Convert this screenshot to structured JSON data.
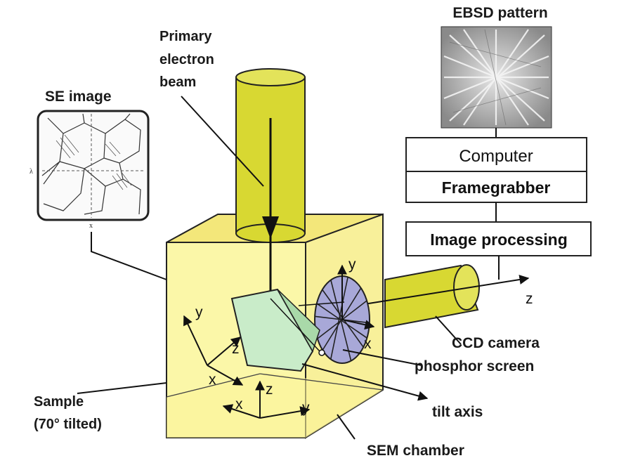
{
  "labels": {
    "ebsd_pattern": "EBSD pattern",
    "primary_line1": "Primary",
    "primary_line2": "electron",
    "primary_line3": "beam",
    "se_image": "SE image",
    "computer": "Computer",
    "framegrabber": "Framegrabber",
    "image_processing": "Image processing",
    "ccd_camera": "CCD camera",
    "phosphor_screen": "phosphor screen",
    "sample_line1": "Sample",
    "sample_line2": "(70° tilted)",
    "tilt_axis": "tilt axis",
    "sem_chamber": "SEM chamber"
  },
  "axes": {
    "y": "y",
    "x": "x",
    "z": "z",
    "se_y": "λ",
    "se_x": "x"
  },
  "colors": {
    "beam_fill": "#d8d832",
    "chamber_fill": "#fbf7a8",
    "chamber_side": "#f6ee86",
    "sample_fill": "#c9ecc9",
    "screen_fill": "#9c9ccf",
    "line": "#111111"
  }
}
